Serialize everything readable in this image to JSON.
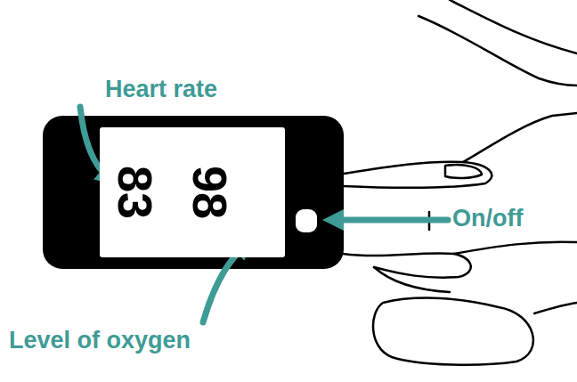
{
  "diagram": {
    "nodes": [
      {
        "text": [
          "83",
          "98"
        ]
      }
    ],
    "labels": [
      "Heart rate",
      "On/off",
      "Level of oxygen"
    ]
  }
}
